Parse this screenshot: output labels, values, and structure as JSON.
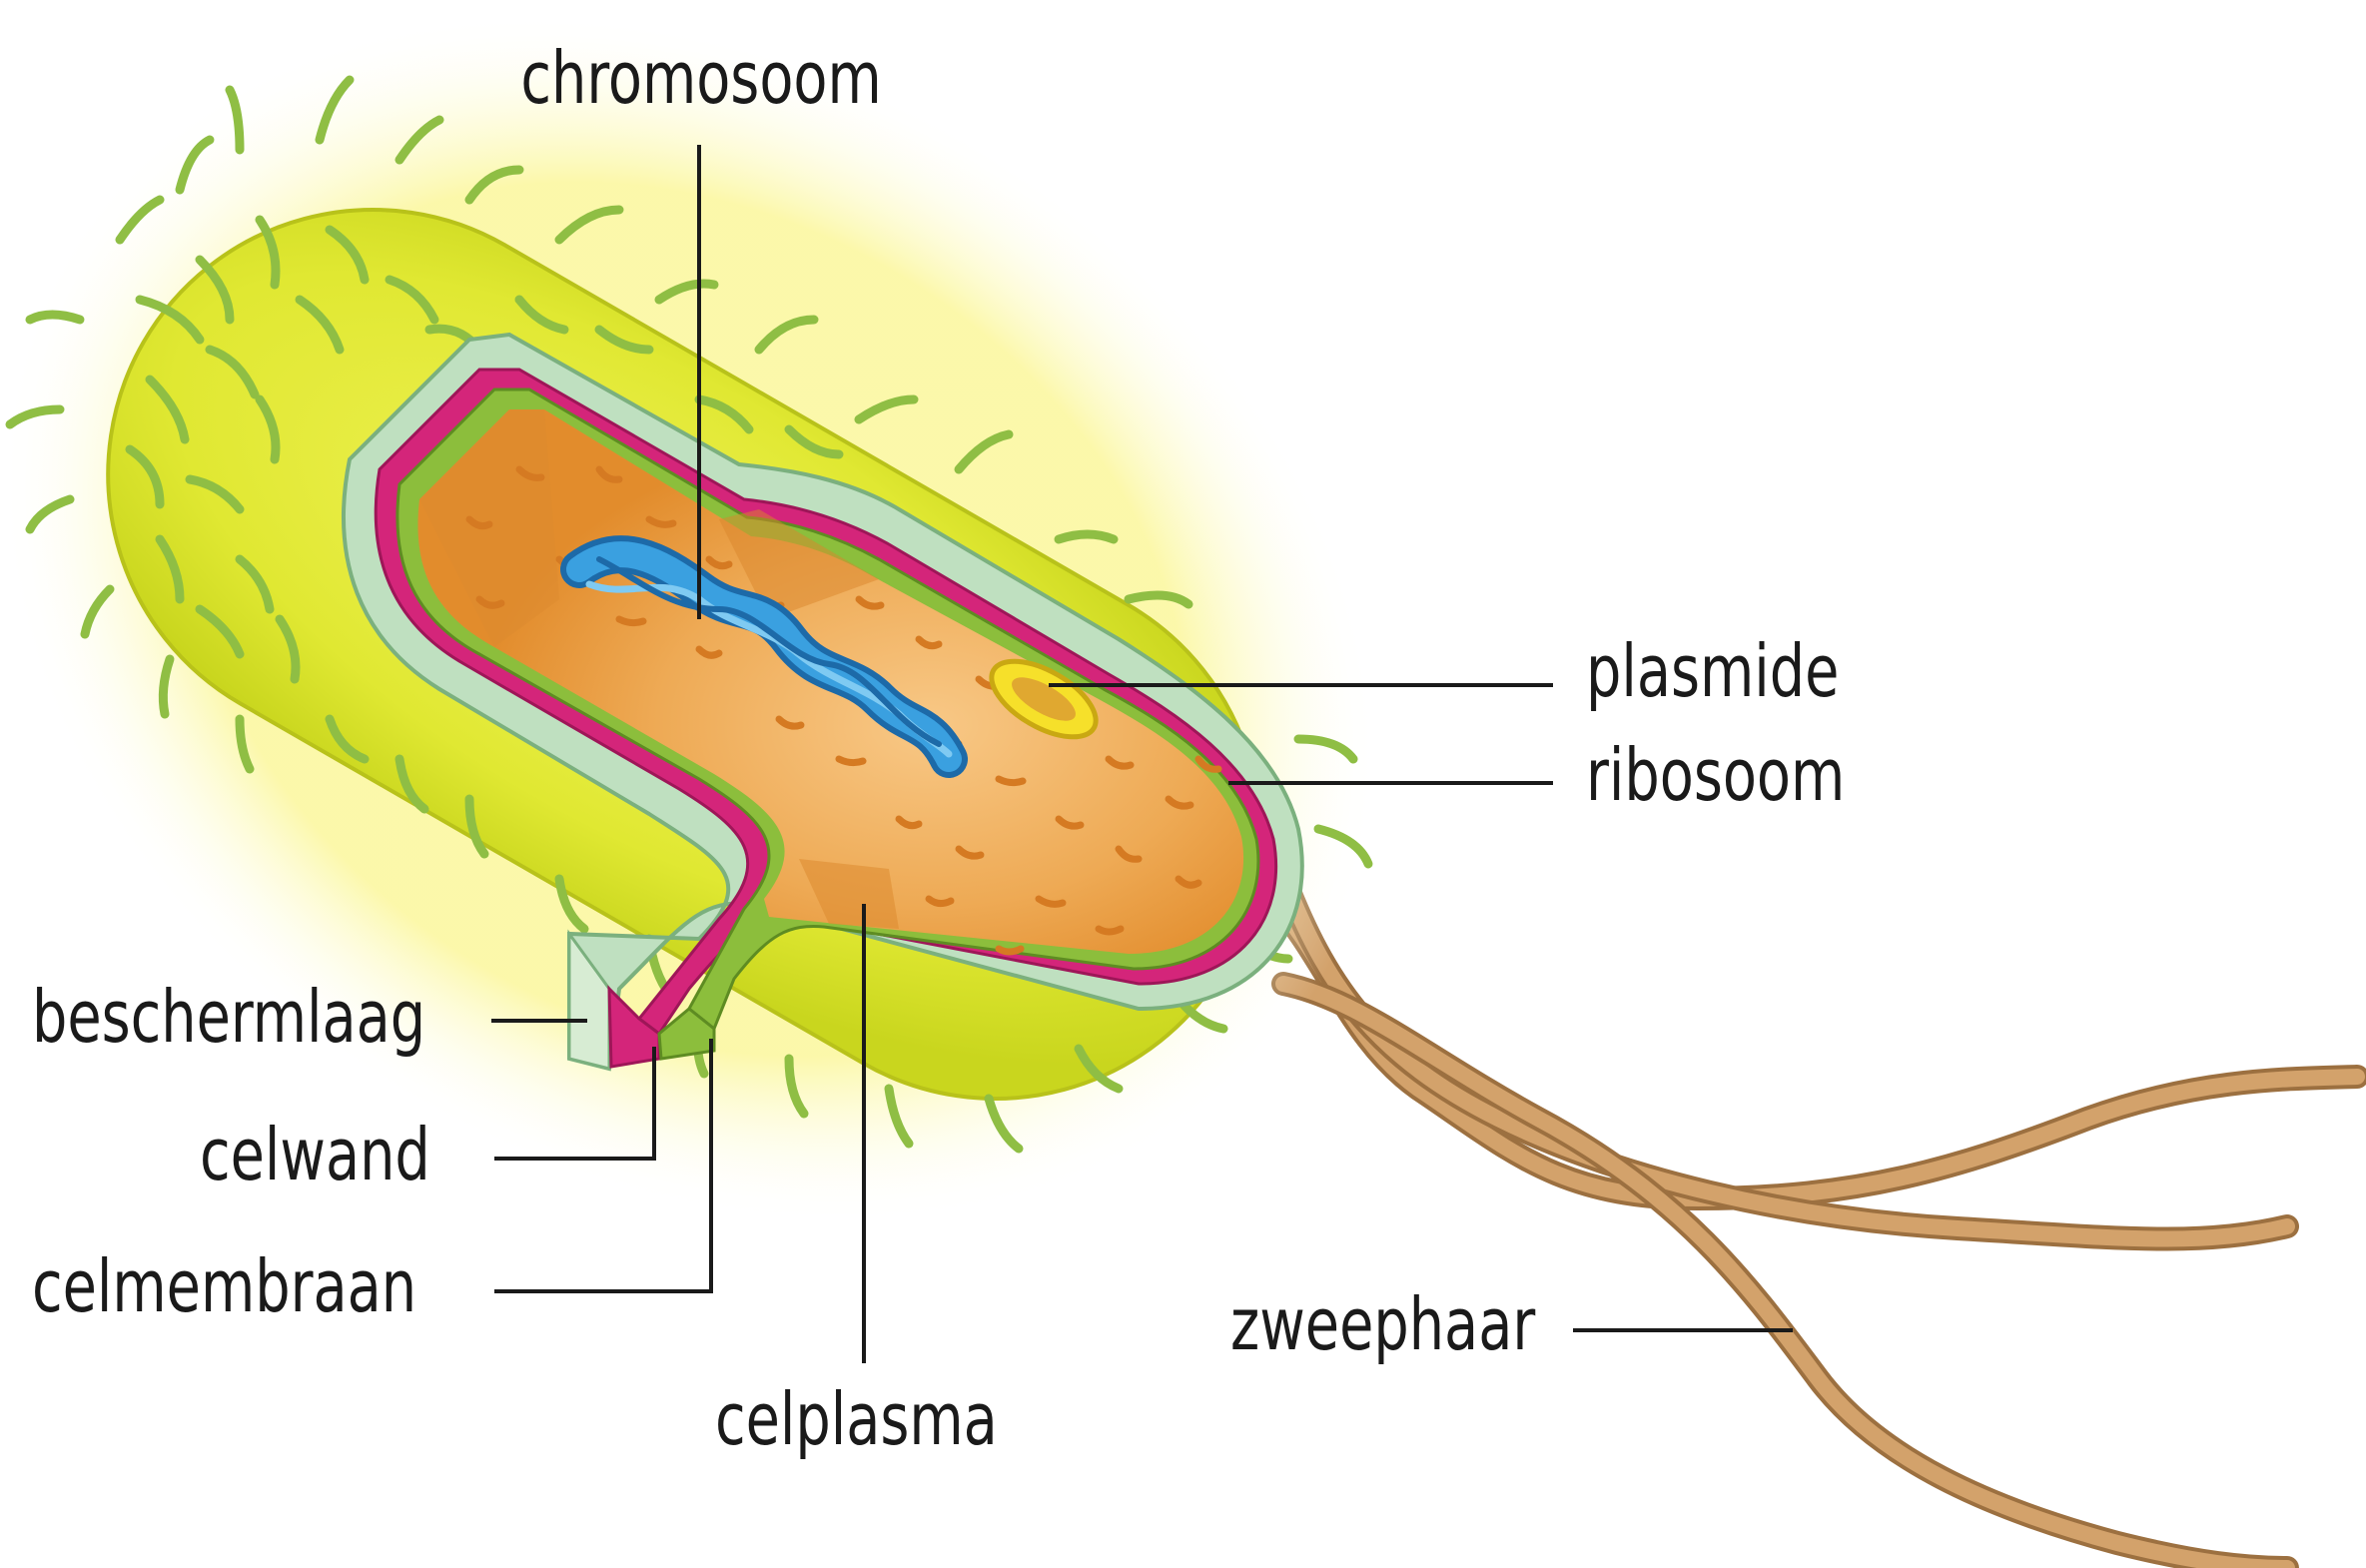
{
  "labels": {
    "chromosoom": "chromosoom",
    "plasmide": "plasmide",
    "ribosoom": "ribosoom",
    "beschermlaag": "beschermlaag",
    "celwand": "celwand",
    "celmembraan": "celmembraan",
    "zweephaar": "zweephaar",
    "celplasma": "celplasma"
  },
  "colors": {
    "beschermlaag": "#e3ea3c",
    "celwand": "#d4257a",
    "celmembraan": "#8cbe3c",
    "celplasma": "#e8982e",
    "chromosoom": "#2f8fd0",
    "plasmide": "#f1d21e",
    "zweephaar": "#c9975e",
    "pili": "#8fbe44",
    "leader": "#1a1a1a"
  }
}
